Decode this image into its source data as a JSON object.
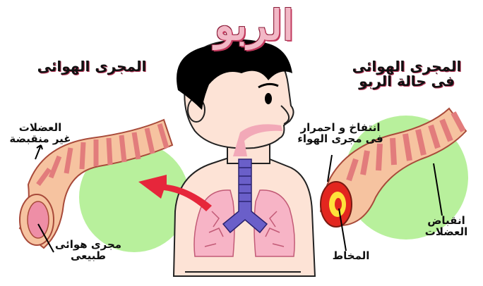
{
  "title": "الربو",
  "labels": {
    "normal_airway": "المجرى الهوائى",
    "asthma_airway_line1": "المجرى الهوائى",
    "asthma_airway_line2": "فى حالة الربو",
    "relaxed_muscles_line1": "العضلات",
    "relaxed_muscles_line2": "غير منقبضة",
    "normal_passage_line1": "مجرى هوائى",
    "normal_passage_line2": "طبيعى",
    "swelling_line1": "انتفاخ و احمرار",
    "swelling_line2": "فى مجرى الهواء",
    "mucus": "المخاط",
    "contracted_muscles_line1": "انقباض",
    "contracted_muscles_line2": "العضلات"
  },
  "colors": {
    "title_fill": "#f2b8c6",
    "title_outline": "#8a1b38",
    "tube_peach": "#f6c3a0",
    "tube_band": "#e27c7c",
    "green_circle": "#b8f09c",
    "skin": "#fde3d6",
    "hair": "#000000",
    "lungs": "#f7b4c6",
    "trachea": "#6a5fc9",
    "arrow": "#e6263b",
    "mucus_yellow": "#ffe23b",
    "inflamed_red": "#e3261f"
  }
}
